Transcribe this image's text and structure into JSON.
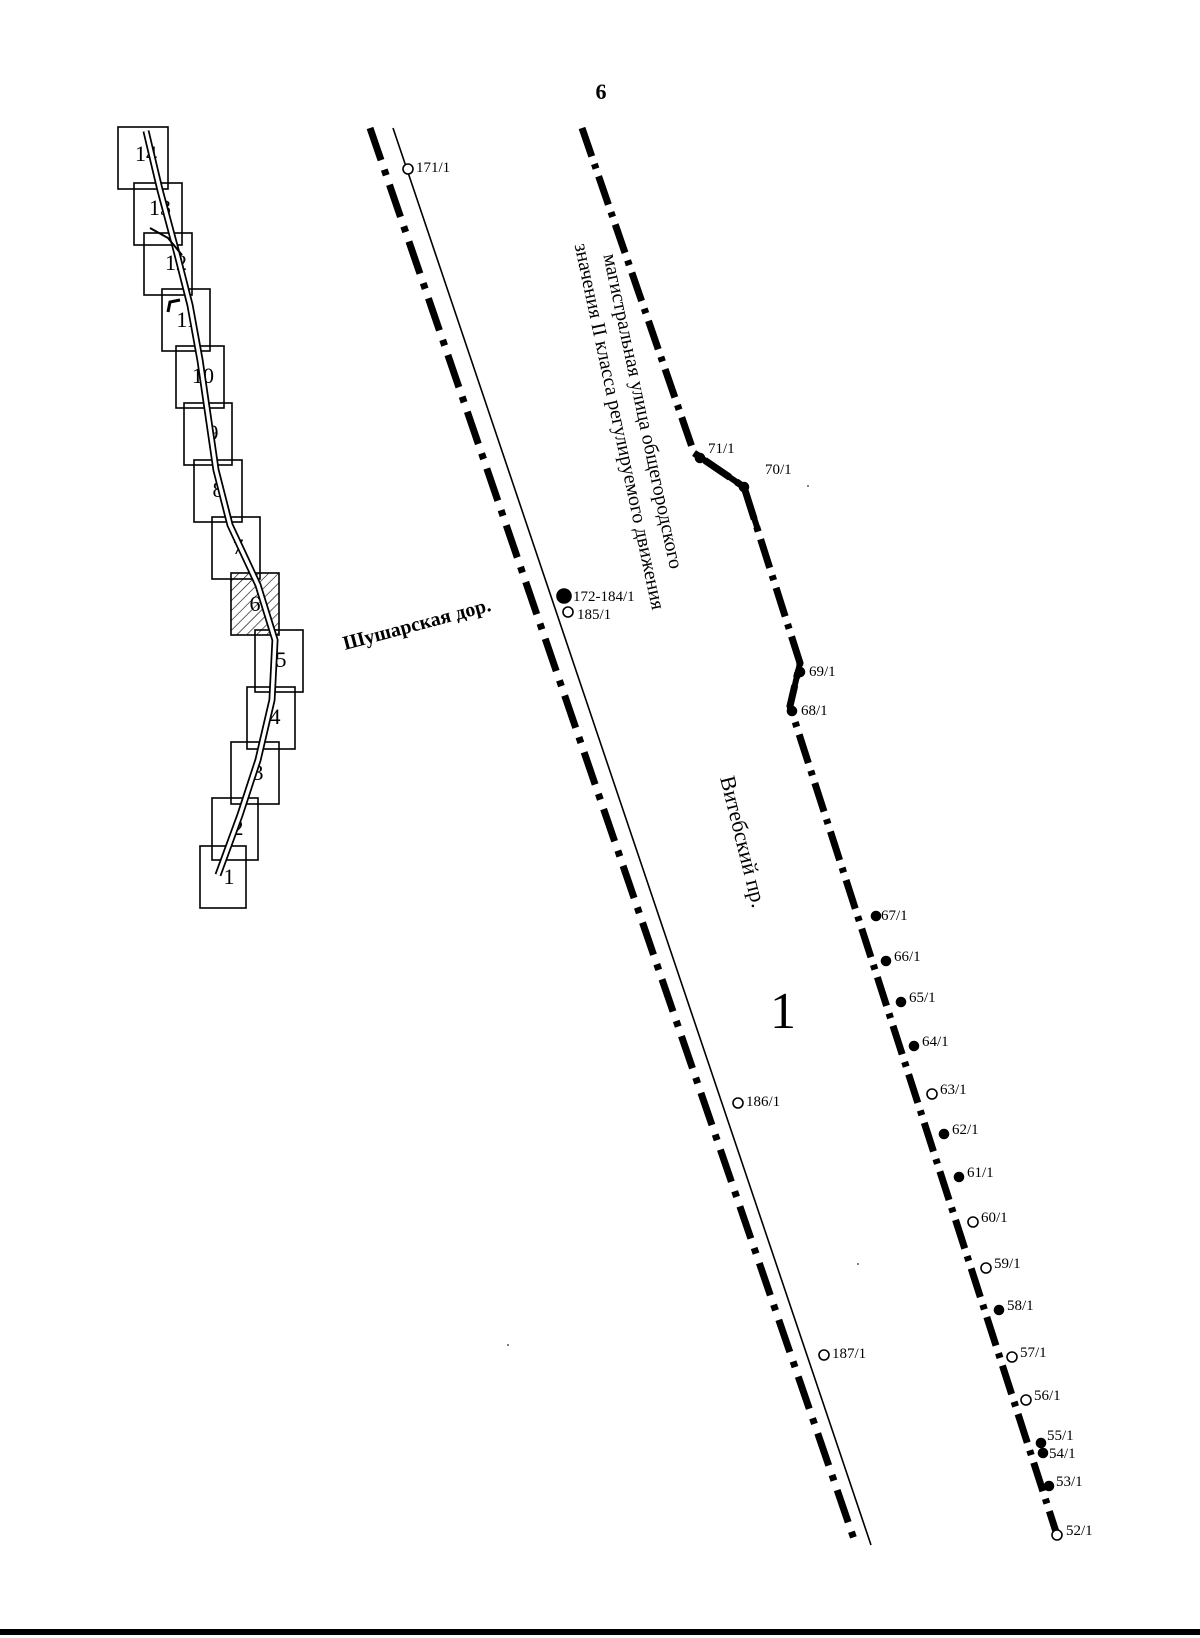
{
  "page_number": "6",
  "zone_label": "1",
  "streets": {
    "main_road_line1": "магистральная улица общегородского",
    "main_road_line2": "значения II класса регулируемого движения",
    "shusharskaya": "Шушарская дор.",
    "vitebsky": "Витебский пр."
  },
  "index_sheets": [
    "1",
    "2",
    "3",
    "4",
    "5",
    "6",
    "7",
    "8",
    "9",
    "10",
    "11",
    "12",
    "13",
    "14"
  ],
  "highlighted_sheet": "6",
  "left_line_points": [
    "171/1",
    "172-184/1",
    "185/1",
    "186/1",
    "187/1"
  ],
  "right_line_points": [
    "71/1",
    "70/1",
    "69/1",
    "68/1",
    "67/1",
    "66/1",
    "65/1",
    "64/1",
    "63/1",
    "62/1",
    "61/1",
    "60/1",
    "59/1",
    "58/1",
    "57/1",
    "56/1",
    "55/1",
    "54/1",
    "53/1",
    "52/1"
  ],
  "colors": {
    "ink": "#000000",
    "paper": "#ffffff"
  }
}
